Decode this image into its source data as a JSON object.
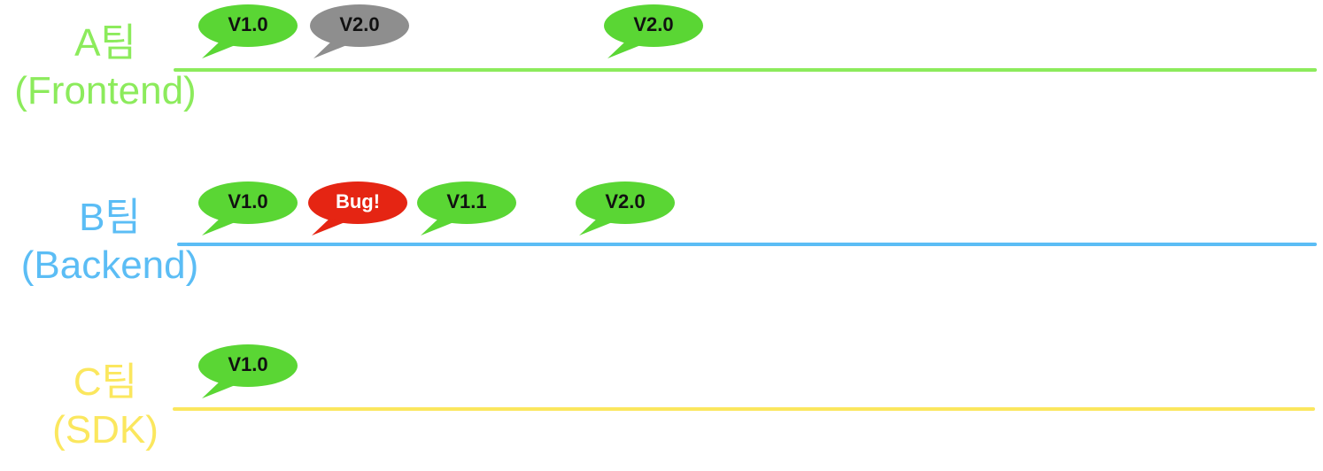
{
  "colors": {
    "team_a": "#8ceb5c",
    "team_b": "#5bbdf5",
    "team_c": "#fbe75e",
    "release": "#5ad634",
    "deprecated": "#8e8e8e",
    "bug": "#e52513"
  },
  "teams": [
    {
      "name": "A팀",
      "subtitle": "(Frontend)",
      "bubbles": [
        {
          "label": "V1.0",
          "kind": "release"
        },
        {
          "label": "V2.0",
          "kind": "deprecated"
        },
        {
          "label": "V2.0",
          "kind": "release"
        }
      ]
    },
    {
      "name": "B팀",
      "subtitle": "(Backend)",
      "bubbles": [
        {
          "label": "V1.0",
          "kind": "release"
        },
        {
          "label": "Bug!",
          "kind": "bug"
        },
        {
          "label": "V1.1",
          "kind": "release"
        },
        {
          "label": "V2.0",
          "kind": "release"
        }
      ]
    },
    {
      "name": "C팀",
      "subtitle": "(SDK)",
      "bubbles": [
        {
          "label": "V1.0",
          "kind": "release"
        }
      ]
    }
  ]
}
